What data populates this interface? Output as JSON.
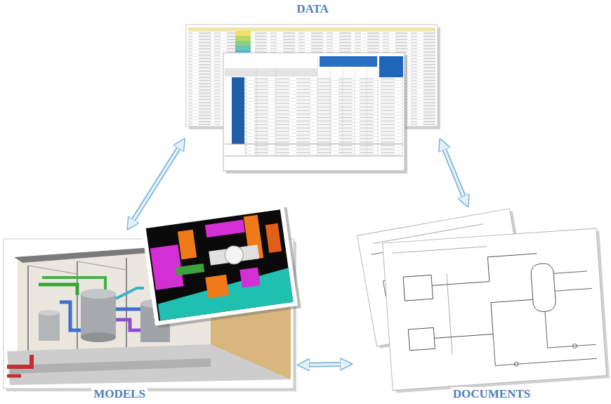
{
  "diagram": {
    "nodes": [
      {
        "text": [
          "DATA"
        ]
      },
      {
        "text": [
          "MODELS"
        ]
      },
      {
        "text": [
          "DOCUMENTS"
        ]
      }
    ],
    "edges": [
      {
        "from": 0,
        "to": 1,
        "arrow": "both"
      },
      {
        "from": 0,
        "to": 2,
        "arrow": "both"
      },
      {
        "from": 1,
        "to": 2,
        "arrow": "both"
      }
    ]
  }
}
